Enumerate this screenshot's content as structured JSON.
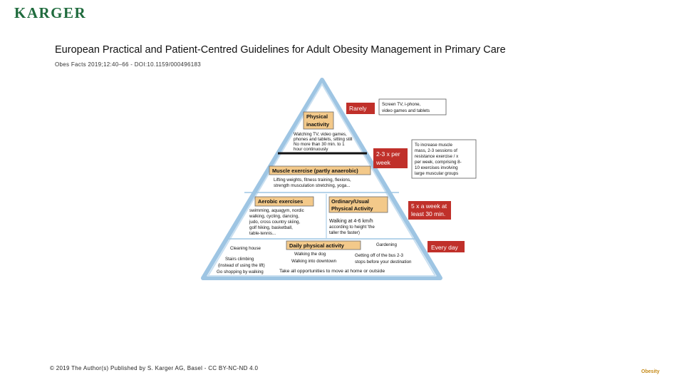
{
  "publisher_logo": "KARGER",
  "title": "European Practical and Patient-Centred Guidelines for Adult Obesity Management in Primary Care",
  "citation": "Obes Facts 2019;12:40–66 - DOI:10.1159/000496183",
  "footer": "© 2019 The Author(s) Published by S. Karger AG, Basel - CC BY-NC-ND 4.0",
  "footer_logo": "Obesity",
  "pyramid": {
    "inactivity": {
      "label_line1": "Physical",
      "label_line2": "inactivity",
      "text": [
        "Watching TV, video games,",
        "phones and tablets, sitting still",
        "No more than 30 min. to 1",
        "hour continuously"
      ]
    },
    "muscle": {
      "label": "Muscle exercise (partly anaerobic)",
      "text": [
        "Lifting weights, fitness training, flexions,",
        "strength musculation stretching, yoga..."
      ]
    },
    "aerobic": {
      "label": "Aerobic exercises",
      "text": [
        "swimming, aquagym, nordic",
        "walking, cycling, dancing,",
        "judo, cross country skiing,",
        "golf hiking, basketball,",
        "table-tennis..."
      ]
    },
    "ordinary": {
      "label_line1": "Ordinary/Usual",
      "label_line2": "Physical Activity",
      "text": [
        "Walking at 4-6 km/h",
        "according to height 'the",
        "taller the faster)"
      ]
    },
    "daily": {
      "label": "Daily physical activity",
      "cleaning": "Cleaning house",
      "gardening": "Gardening",
      "left_text": [
        "Stairs climbing",
        "(instead of using the lift)",
        "Go shopping by walking"
      ],
      "center_text": [
        "Walking the dog",
        "Walking into downtown"
      ],
      "right_text": [
        "Getting off of the bus 2-3",
        "stops before your destination"
      ],
      "bottom": "Take all opportunities to move at home or outside"
    }
  },
  "frequency": {
    "rarely": "Rarely",
    "week_line1": "2-3 x per",
    "week_line2": "week",
    "five_line1": "5 x a week at",
    "five_line2": "least 30 min.",
    "every_day": "Every day"
  },
  "notes": {
    "screen": [
      "Screen TV, i-phone,",
      "video games and tablets"
    ],
    "muscle": [
      "To increase muscle",
      "mass, 2-3 sessions of",
      "resistance exercise / x",
      "per week, comprising 8-",
      "10 exercises involving",
      "large muscular groups"
    ]
  },
  "colors": {
    "brand_green": "#1f6b3d",
    "level_fill": "#f3c98a",
    "frequency_red": "#c0302a",
    "pyramid_blue": "#9ec5e3"
  }
}
